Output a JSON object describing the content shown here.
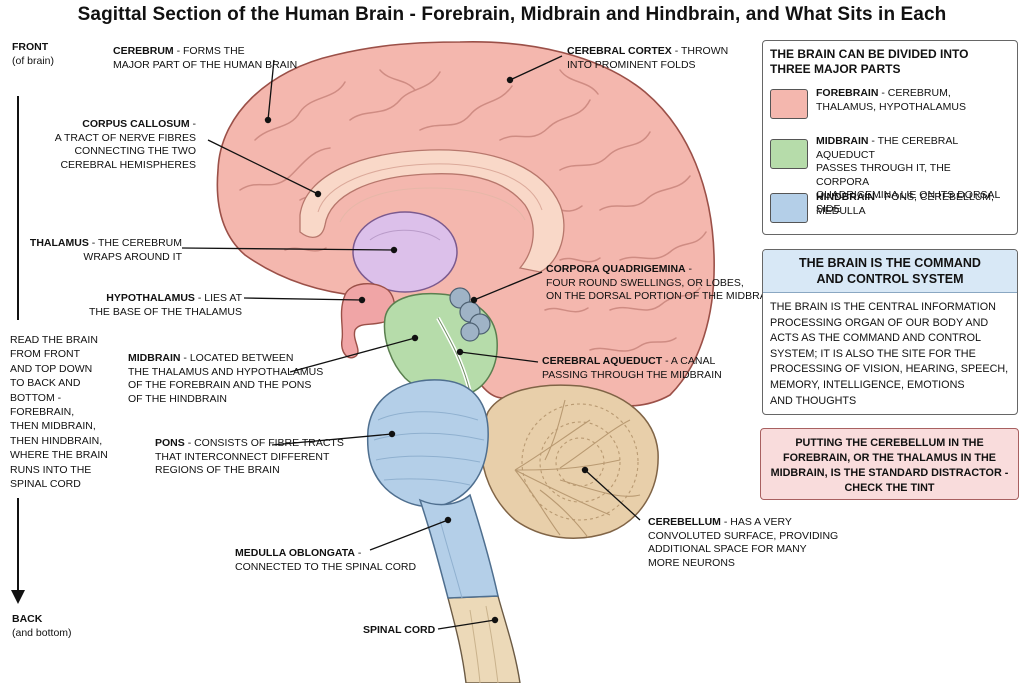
{
  "title": "Sagittal Section of the Human Brain - Forebrain, Midbrain and Hindbrain, and What Sits in Each",
  "orientation": {
    "front_title": "FRONT",
    "front_sub": "(of brain)",
    "back_title": "BACK",
    "back_sub": "(and bottom)",
    "reading_note": [
      "READ THE BRAIN",
      "FROM FRONT",
      "AND TOP DOWN",
      "TO BACK AND",
      "BOTTOM -",
      "FOREBRAIN,",
      "THEN MIDBRAIN,",
      "THEN HINDBRAIN,",
      "WHERE THE BRAIN",
      "RUNS INTO THE",
      "SPINAL CORD"
    ]
  },
  "labels": {
    "cerebrum": {
      "name": "CEREBRUM",
      "desc": [
        "- FORMS THE",
        "MAJOR PART OF THE HUMAN BRAIN"
      ]
    },
    "corpus_callosum": {
      "name": "CORPUS CALLOSUM",
      "desc": [
        "-",
        "A TRACT OF NERVE FIBRES",
        "CONNECTING THE TWO",
        "CEREBRAL HEMISPHERES"
      ]
    },
    "thalamus": {
      "name": "THALAMUS",
      "desc": [
        "- THE CEREBRUM",
        "WRAPS AROUND IT"
      ]
    },
    "hypothalamus": {
      "name": "HYPOTHALAMUS",
      "desc": [
        "- LIES AT",
        "THE BASE OF THE THALAMUS"
      ]
    },
    "midbrain": {
      "name": "MIDBRAIN",
      "desc": [
        "- LOCATED BETWEEN",
        "THE THALAMUS AND HYPOTHALAMUS",
        "OF THE FOREBRAIN AND THE PONS",
        "OF THE HINDBRAIN"
      ]
    },
    "pons": {
      "name": "PONS",
      "desc": [
        "- CONSISTS OF FIBRE TRACTS",
        "THAT INTERCONNECT DIFFERENT",
        "REGIONS OF THE BRAIN"
      ]
    },
    "medulla": {
      "name": "MEDULLA OBLONGATA",
      "desc": [
        "-",
        "CONNECTED TO THE SPINAL CORD"
      ]
    },
    "spinal_cord": {
      "name": "SPINAL CORD",
      "desc": []
    },
    "cerebral_cortex": {
      "name": "CEREBRAL CORTEX",
      "desc": [
        "- THROWN",
        "INTO PROMINENT FOLDS"
      ]
    },
    "corpora_quadrigemina": {
      "name": "CORPORA QUADRIGEMINA",
      "desc": [
        "-",
        "FOUR ROUND SWELLINGS, OR LOBES,",
        "ON THE DORSAL PORTION OF THE MIDBRAIN"
      ]
    },
    "cerebral_aqueduct": {
      "name": "CEREBRAL AQUEDUCT",
      "desc": [
        "- A CANAL",
        "PASSING THROUGH THE MIDBRAIN"
      ]
    },
    "cerebellum": {
      "name": "CEREBELLUM",
      "desc": [
        "- HAS A VERY",
        "CONVOLUTED SURFACE, PROVIDING",
        "ADDITIONAL SPACE FOR MANY",
        "MORE NEURONS"
      ]
    }
  },
  "legend": {
    "heading": [
      "THE BRAIN CAN BE DIVIDED INTO",
      "THREE MAJOR PARTS"
    ],
    "items": [
      {
        "name": "FOREBRAIN",
        "desc": [
          "- CEREBRUM,",
          "THALAMUS, HYPOTHALAMUS"
        ],
        "color": "#f4b7ae"
      },
      {
        "name": "MIDBRAIN",
        "desc": [
          "- THE CEREBRAL AQUEDUCT",
          "PASSES THROUGH IT, THE CORPORA",
          "QUADRIGEMINA LIE ON ITS DORSAL SIDE"
        ],
        "color": "#b6dcaa"
      },
      {
        "name": "HINDBRAIN",
        "desc": [
          "- PONS, CEREBELLUM,",
          "MEDULLA"
        ],
        "color": "#b4cfe8"
      }
    ]
  },
  "command_box": {
    "heading": [
      "THE BRAIN IS THE COMMAND",
      "AND CONTROL SYSTEM"
    ],
    "body": [
      "THE BRAIN IS THE CENTRAL INFORMATION",
      "PROCESSING ORGAN OF OUR BODY AND",
      "ACTS AS THE COMMAND AND CONTROL",
      "SYSTEM; IT IS ALSO THE SITE FOR THE",
      "PROCESSING OF VISION, HEARING, SPEECH,",
      "MEMORY, INTELLIGENCE, EMOTIONS",
      "AND THOUGHTS"
    ],
    "heading_bg": "#d8e8f6"
  },
  "warning_box": {
    "text": [
      "PUTTING THE CEREBELLUM IN THE",
      "FOREBRAIN, OR THE THALAMUS IN THE",
      "MIDBRAIN, IS THE STANDARD DISTRACTOR -",
      "CHECK THE TINT"
    ],
    "bg": "#f9dcdc"
  },
  "colors": {
    "forebrain": "#f4b7ae",
    "forebrain_dark": "#d9887e",
    "thalamus": "#dcc0ea",
    "midbrain": "#b6dcaa",
    "hindbrain": "#b4cfe8",
    "cerebellum": "#e8cfaa",
    "spinal": "#ecd9b8",
    "quadrigemina": "#9fb3c6"
  }
}
